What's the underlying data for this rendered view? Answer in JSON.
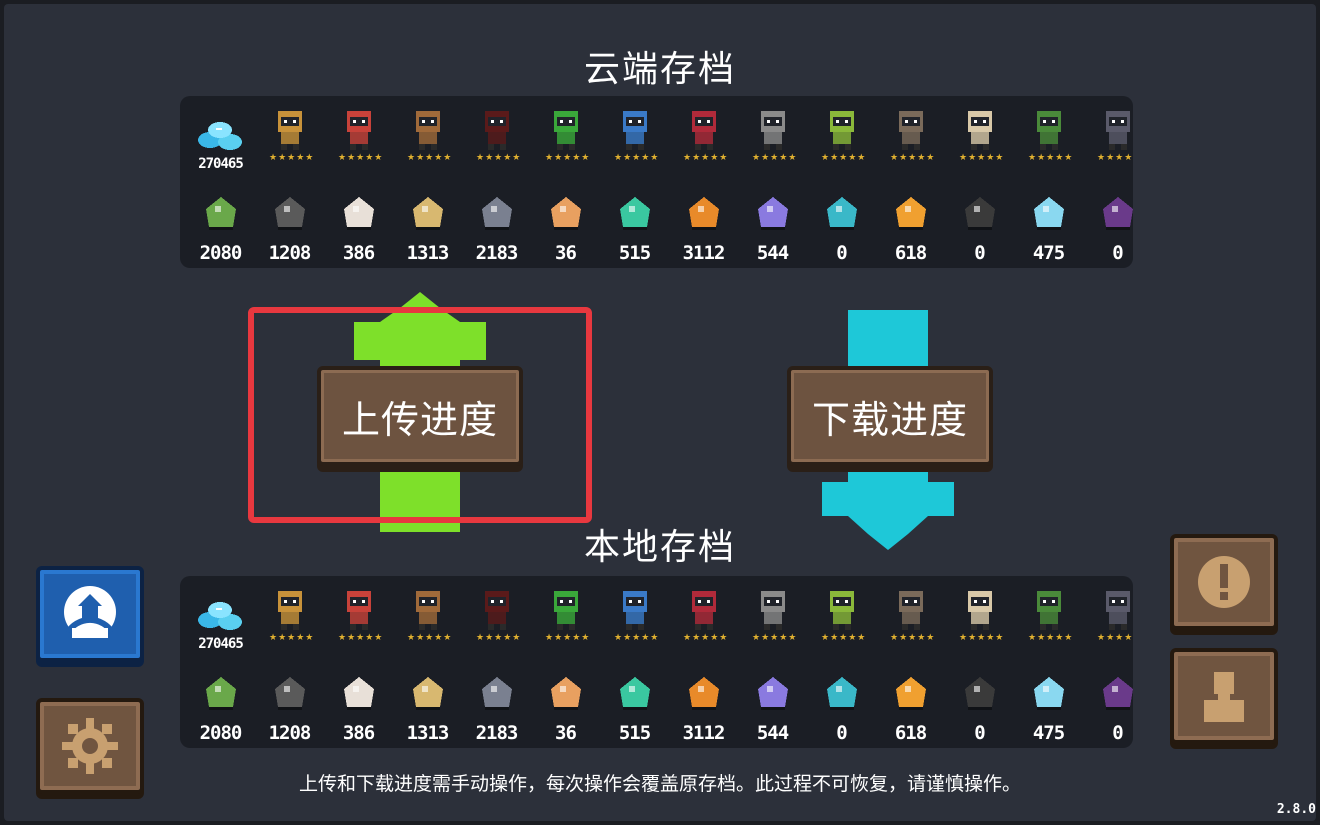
{
  "cloud_title": "云端存档",
  "local_title": "本地存档",
  "upload_label": "上传进度",
  "download_label": "下载进度",
  "notice": "上传和下载进度需手动操作，每次操作会覆盖原存档。此过程不可恢复，请谨慎操作。",
  "version": "2.8.0",
  "gems": "270465",
  "character_stars": "★★★★★",
  "characters": [
    {
      "name": "knight",
      "color": "#c8923a"
    },
    {
      "name": "rogue",
      "color": "#c8423a"
    },
    {
      "name": "wizard",
      "color": "#a06a3a"
    },
    {
      "name": "assassin",
      "color": "#5a1a1a"
    },
    {
      "name": "robot",
      "color": "#3aa83a"
    },
    {
      "name": "engineer",
      "color": "#3a7ac8"
    },
    {
      "name": "vampire",
      "color": "#b02a3a"
    },
    {
      "name": "paladin",
      "color": "#8a8a8a"
    },
    {
      "name": "elf",
      "color": "#8ab83a"
    },
    {
      "name": "werewolf",
      "color": "#7a6a5a"
    },
    {
      "name": "priest",
      "color": "#d8c8a8"
    },
    {
      "name": "druid",
      "color": "#4a8a3a"
    },
    {
      "name": "necromancer",
      "color": "#5a5a6a"
    }
  ],
  "materials": [
    {
      "name": "battery",
      "value": "2080",
      "color": "#6aa84a"
    },
    {
      "name": "gear",
      "value": "1208",
      "color": "#5a5a5a"
    },
    {
      "name": "seed-bag",
      "value": "386",
      "color": "#e8e0d8"
    },
    {
      "name": "wood-plank",
      "value": "1313",
      "color": "#d8b870"
    },
    {
      "name": "iron-ore",
      "value": "2183",
      "color": "#7a8090"
    },
    {
      "name": "card",
      "value": "36",
      "color": "#e8a060"
    },
    {
      "name": "green-crystal",
      "value": "515",
      "color": "#3ac8a0"
    },
    {
      "name": "amber",
      "value": "3112",
      "color": "#e88a2a"
    },
    {
      "name": "purple-crystal",
      "value": "544",
      "color": "#8a7ae0"
    },
    {
      "name": "cyan-box",
      "value": "0",
      "color": "#3ab8c8"
    },
    {
      "name": "fire-crystal",
      "value": "618",
      "color": "#f0a030"
    },
    {
      "name": "black-gadget",
      "value": "0",
      "color": "#3a3a3a"
    },
    {
      "name": "ice-crystal",
      "value": "475",
      "color": "#8ad8f0"
    },
    {
      "name": "purple-card",
      "value": "0",
      "color": "#6a3a8a"
    }
  ],
  "colors": {
    "upload_arrow": "#7ee02a",
    "download_arrow": "#1ec8d8",
    "highlight": "#e8383f"
  }
}
